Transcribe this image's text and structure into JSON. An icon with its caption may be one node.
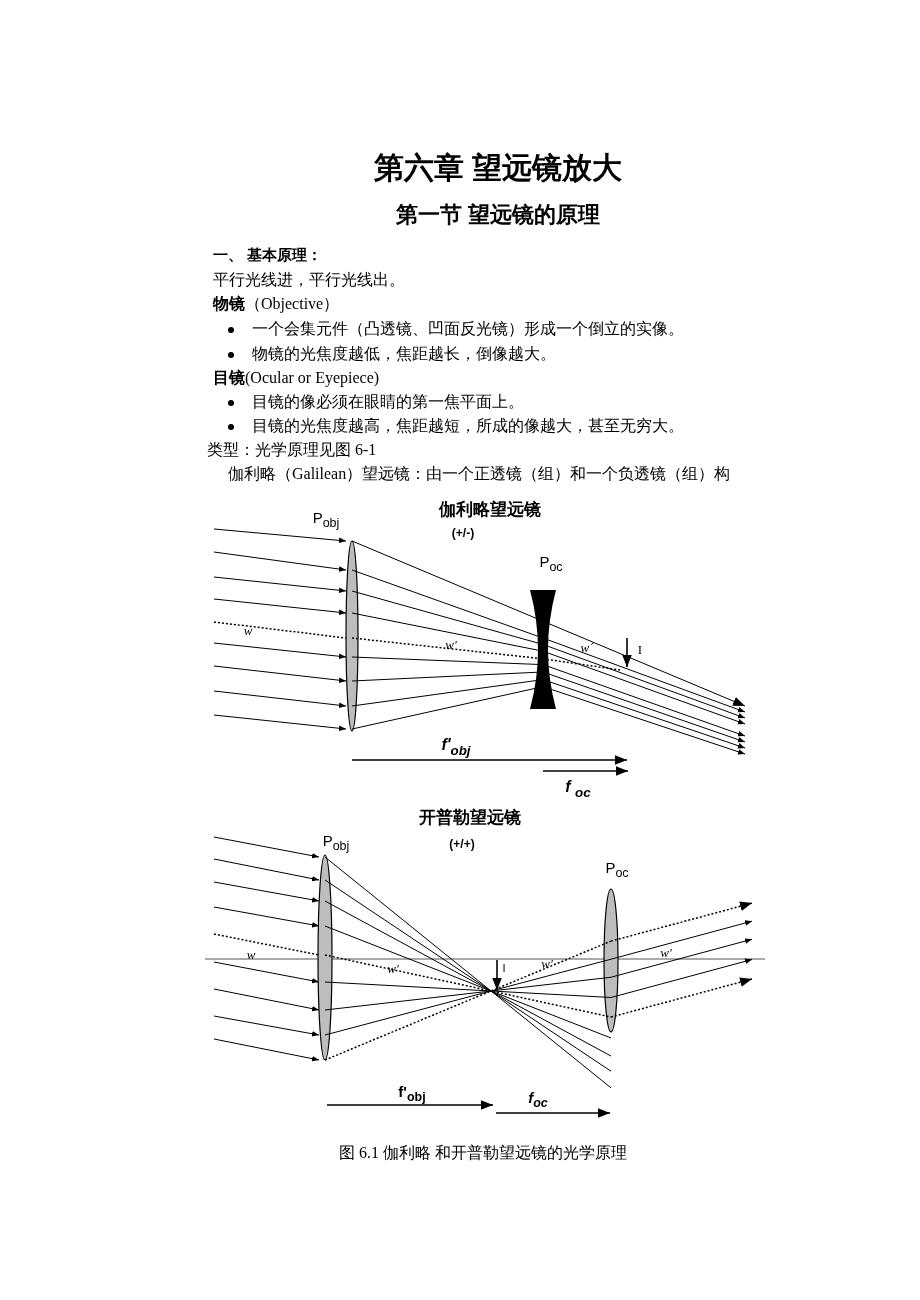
{
  "diagram": {
    "title": "第六章 望远镜放大",
    "caption": "图 6.1 伽利略 和开普勒望远镜的光学原理",
    "labels": [
      "第一节 望远镜的原理",
      "一、 基本原理：",
      "平行光线进，平行光线出。",
      "**物镜**（Objective）",
      "一个会集元件（凸透镜、凹面反光镜）形成一个倒立的实像。",
      "物镜的光焦度越低，焦距越长，倒像越大。",
      "**目镜**(Ocular or Eyepiece)",
      "目镜的像必须在眼睛的第一焦平面上。",
      "目镜的光焦度越高，焦距越短，所成的像越大，甚至无穷大。",
      "类型：光学原理见图 6-1",
      "伽利略（Galilean）望远镜：由一个正透镜（组）和一个负透镜（组）构",
      "伽利略望远镜",
      "(+/-)",
      "P$_{obj}$",
      "P$_{oc}$",
      "w",
      "w'",
      "w´",
      "I",
      "f'$_{obj}$",
      "f $_{oc}$",
      "开普勒望远镜",
      "(+/+)",
      "P$_{obj}$",
      "P$_{oc}$",
      "w",
      "w'",
      "w'",
      "w'",
      "I",
      "f'$_{obj}$",
      "f$_{oc}$"
    ]
  }
}
